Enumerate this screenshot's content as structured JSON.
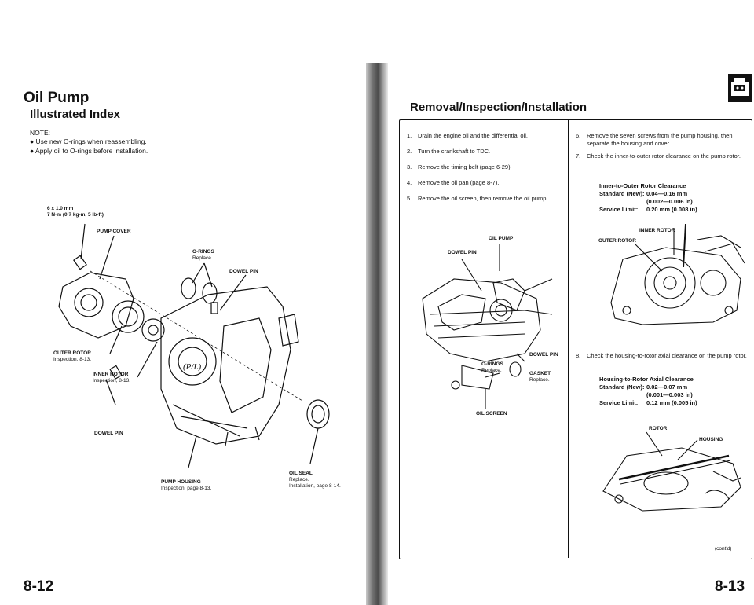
{
  "left": {
    "title": "Oil Pump",
    "subtitle": "Illustrated Index",
    "note_label": "NOTE:",
    "notes": [
      "Use new O-rings when reassembling.",
      "Apply oil to O-rings before installation."
    ],
    "callouts": {
      "bolt_size": "6 x 1.0 mm",
      "bolt_torque": "7 N·m (0.7 kg-m, 5 lb-ft)",
      "pump_cover": "PUMP COVER",
      "orings": "O-RINGS",
      "orings_sub": "Replace.",
      "dowel_pin_top": "DOWEL PIN",
      "outer_rotor": "OUTER ROTOR",
      "outer_rotor_sub": "Inspection, 8-13.",
      "inner_rotor": "INNER ROTOR",
      "inner_rotor_sub": "Inspection, 8-13.",
      "dowel_pin_bottom": "DOWEL PIN",
      "pump_housing": "PUMP HOUSING",
      "pump_housing_sub": "Inspection, page 8-13.",
      "oil_seal": "OIL SEAL",
      "oil_seal_sub1": "Replace.",
      "oil_seal_sub2": "Installation, page 8-14."
    },
    "page_number": "8-12"
  },
  "right": {
    "section_title": "Removal/Inspection/Installation",
    "steps_left": [
      {
        "n": "1.",
        "text": "Drain the engine oil and the differential oil."
      },
      {
        "n": "2.",
        "text": "Turn the crankshaft to TDC."
      },
      {
        "n": "3.",
        "text": "Remove the timing belt (page 6-29)."
      },
      {
        "n": "4.",
        "text": "Remove the oil pan (page 8-7)."
      },
      {
        "n": "5.",
        "text": "Remove the oil screen, then remove the oil pump."
      }
    ],
    "engine_callouts": {
      "oil_pump": "OIL PUMP",
      "dowel_pin": "DOWEL PIN",
      "dowel_pin2": "DOWEL PIN",
      "orings": "O-RINGS",
      "orings_sub": "Replace.",
      "gasket": "GASKET",
      "gasket_sub": "Replace.",
      "oil_screen": "OIL SCREEN"
    },
    "step6": {
      "n": "6.",
      "text": "Remove the seven screws from the pump housing, then separate the housing and cover."
    },
    "step7": {
      "n": "7.",
      "text": "Check the inner-to-outer rotor clearance on the pump rotor."
    },
    "spec1": {
      "title": "Inner-to-Outer Rotor Clearance",
      "std_label": "Standard (New):",
      "std_val1": "0.04—0.16 mm",
      "std_val2": "(0.002—0.006 in)",
      "svc_label": "Service Limit:",
      "svc_val": "0.20 mm (0.008 in)"
    },
    "rotor_callouts": {
      "inner": "INNER ROTOR",
      "outer": "OUTER ROTOR"
    },
    "step8": {
      "n": "8.",
      "text": "Check the housing-to-rotor axial clearance on the pump rotor."
    },
    "spec2": {
      "title": "Housing-to-Rotor Axial Clearance",
      "std_label": "Standard (New):",
      "std_val1": "0.02—0.07 mm",
      "std_val2": "(0.001—0.003 in)",
      "svc_label": "Service Limit:",
      "svc_val": "0.12 mm (0.005 in)"
    },
    "housing_callouts": {
      "rotor": "ROTOR",
      "housing": "HOUSING"
    },
    "contd": "(cont'd)",
    "page_number": "8-13"
  }
}
